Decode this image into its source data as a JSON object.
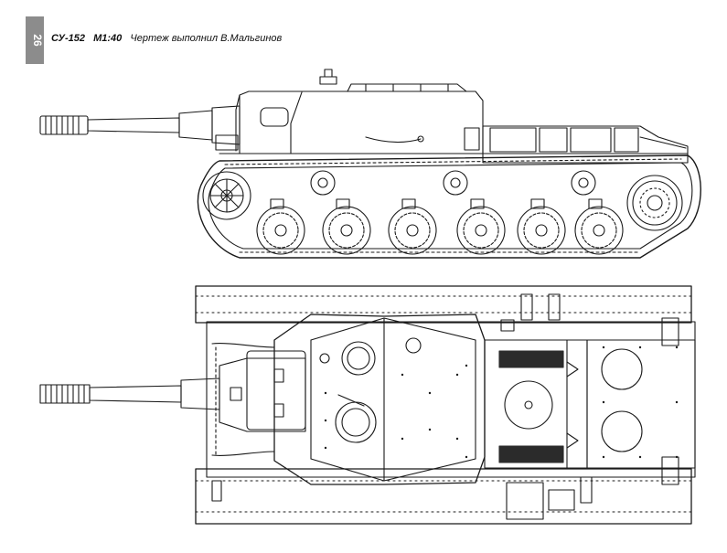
{
  "page_number": "26",
  "caption": {
    "title": "СУ-152",
    "scale": "М1:40",
    "credit": "Чертеж выполнил В.Мальгинов"
  },
  "colors": {
    "ink": "#1a1a1a",
    "paper": "#ffffff",
    "tab": "#8c8c8c",
    "vent": "#2b2b2b"
  },
  "drawings": [
    "side-view",
    "top-view"
  ]
}
